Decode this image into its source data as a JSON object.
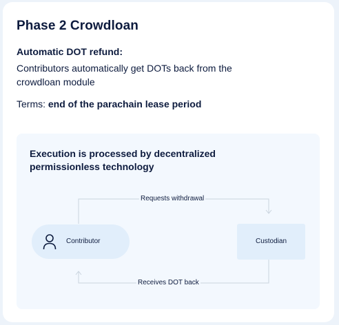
{
  "card": {
    "title": "Phase 2 Crowdloan",
    "subhead": "Automatic DOT refund:",
    "description": "Contributors automatically get DOTs back from the crowdloan module",
    "terms_label": "Terms:",
    "terms_value": "end of the parachain lease period"
  },
  "diagram": {
    "title": "Execution is processed by decentralized permissionless technology",
    "nodes": {
      "contributor": {
        "label": "Contributor",
        "icon": "user-icon"
      },
      "custodian": {
        "label": "Custodian"
      }
    },
    "edges": {
      "top": "Requests withdrawal",
      "bottom": "Receives DOT back"
    }
  },
  "colors": {
    "background": "#edf3fa",
    "card": "#ffffff",
    "panel": "#f3f8fe",
    "node": "#e1eefb",
    "text": "#0d1b3e",
    "line": "#c9d3de"
  }
}
